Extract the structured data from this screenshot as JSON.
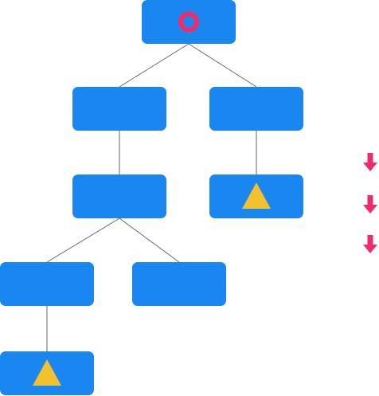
{
  "colors": {
    "node_fill": "#1a86f0",
    "edge": "#666666",
    "circle_marker": "#ee2b6c",
    "triangle_marker": "#f2c12e",
    "arrow": "#ee2b6c",
    "background": "#ffffff"
  },
  "tree": {
    "nodes": [
      {
        "id": "n0",
        "parent": null,
        "marker": "circle-icon"
      },
      {
        "id": "n1",
        "parent": "n0",
        "marker": null
      },
      {
        "id": "n2",
        "parent": "n0",
        "marker": null
      },
      {
        "id": "n3",
        "parent": "n1",
        "marker": null
      },
      {
        "id": "n4",
        "parent": "n2",
        "marker": "triangle-icon"
      },
      {
        "id": "n5",
        "parent": "n3",
        "marker": null
      },
      {
        "id": "n6",
        "parent": "n3",
        "marker": null
      },
      {
        "id": "n7",
        "parent": "n5",
        "marker": "triangle-icon"
      }
    ]
  },
  "side_indicators": [
    {
      "icon": "arrow-down-icon"
    },
    {
      "icon": "arrow-down-icon"
    },
    {
      "icon": "arrow-down-icon"
    }
  ]
}
